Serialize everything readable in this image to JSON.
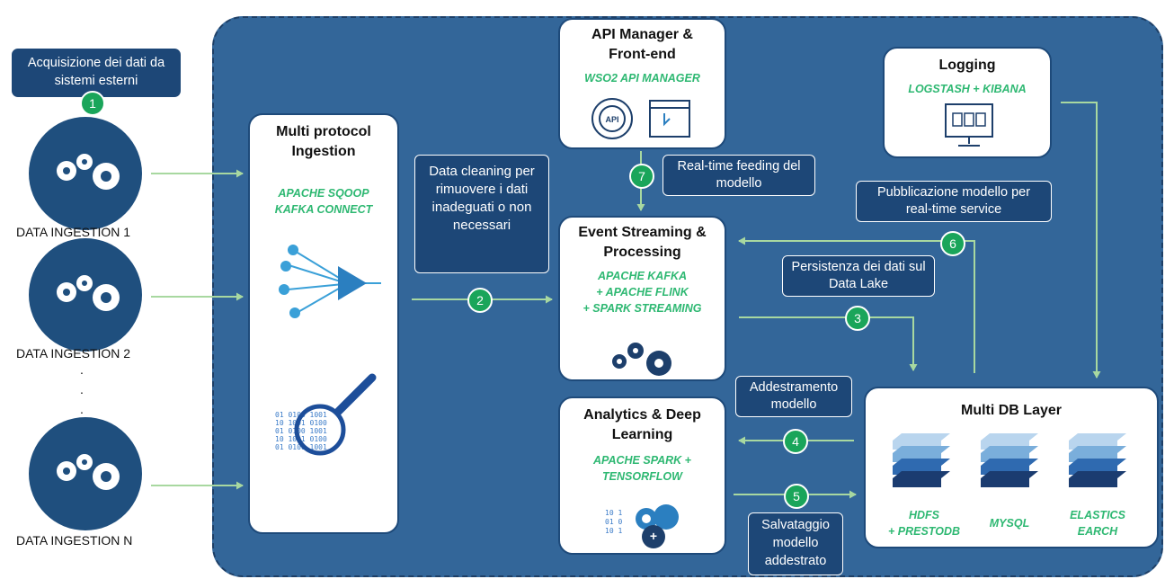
{
  "external": {
    "label": "Acquisizione dei dati da sistemi esterni",
    "badge": "1"
  },
  "ingestions": [
    {
      "label": "DATA INGESTION 1"
    },
    {
      "label": "DATA INGESTION 2"
    },
    {
      "label": "DATA INGESTION N"
    }
  ],
  "ellipsis": [
    ".",
    ".",
    "."
  ],
  "multi_protocol": {
    "title": "Multi protocol Ingestion",
    "tech1": "APACHE SQOOP",
    "tech2": "KAFKA CONNECT"
  },
  "cleaning": {
    "label": "Data cleaning per rimuovere i dati inadeguati o non necessari",
    "badge": "2"
  },
  "api_manager": {
    "title": "API Manager & Front-end",
    "tech": "WSO2 API MANAGER"
  },
  "realtime": {
    "label": "Real-time feeding del modello",
    "badge": "7"
  },
  "event_streaming": {
    "title": "Event Streaming & Processing",
    "tech1": "APACHE KAFKA",
    "tech2": "+ APACHE FLINK",
    "tech3": "+ SPARK STREAMING"
  },
  "logging": {
    "title": "Logging",
    "tech": "LOGSTASH + KIBANA"
  },
  "pubblicazione": {
    "label": "Pubblicazione modello per real-time service",
    "badge": "6"
  },
  "persistenza": {
    "label": "Persistenza dei dati sul Data Lake",
    "badge": "3"
  },
  "addestramento": {
    "label": "Addestramento modello",
    "badge": "4"
  },
  "analytics": {
    "title": "Analytics & Deep Learning",
    "tech1": "APACHE SPARK +",
    "tech2": "TENSORFLOW"
  },
  "salvataggio": {
    "label": "Salvataggio modello addestrato",
    "badge": "5"
  },
  "multidb": {
    "title": "Multi DB Layer",
    "db1a": "HDFS",
    "db1b": "+ PRESTODB",
    "db2": "MYSQL",
    "db3a": "ELASTICS",
    "db3b": "EARCH"
  },
  "api_icon_text": "API",
  "colors": {
    "panel": "#336699",
    "dark_box": "#1d4777",
    "badge": "#1aa55a",
    "arrow": "#a8d8a0",
    "tech_text": "#2eb872"
  }
}
